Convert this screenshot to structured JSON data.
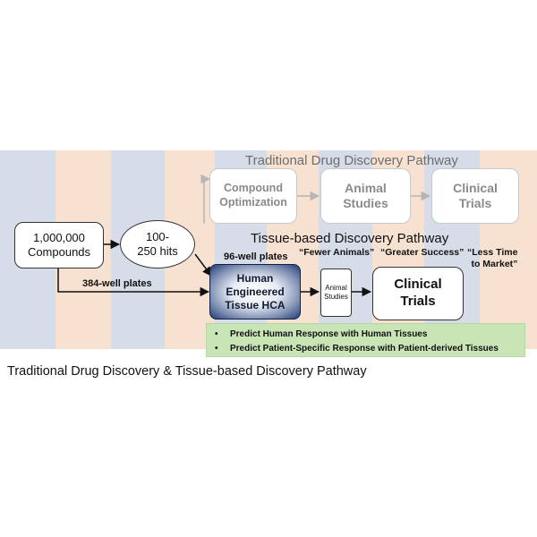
{
  "traditional": {
    "title": "Traditional Drug Discovery Pathway",
    "steps": [
      "Compound\nOptimization",
      "Animal\nStudies",
      "Clinical\nTrials"
    ]
  },
  "compounds": {
    "label": "1,000,000\nCompounds"
  },
  "hits": {
    "label": "100-\n250 hits"
  },
  "plates384": "384-well plates",
  "plates96": "96-well plates",
  "tissue": {
    "title": "Tissue-based Discovery Pathway",
    "hca": "Human\nEngineered\nTissue HCA",
    "animal": "Animal\nStudies",
    "clinical": "Clinical\nTrials",
    "benefits": [
      "“Fewer Animals”",
      "“Greater Success”",
      "“Less Time\nto Market”"
    ]
  },
  "bullets": [
    "Predict Human Response with Human Tissues",
    "Predict Patient-Specific Response with Patient-derived Tissues"
  ],
  "caption": "Traditional Drug Discovery & Tissue-based Discovery Pathway",
  "colors": {
    "stripe_blue": "#d6dde8",
    "stripe_peach": "#f7e1d1",
    "hca_fill": "#1f3a73",
    "bullet_box": "#c9e5b5"
  }
}
